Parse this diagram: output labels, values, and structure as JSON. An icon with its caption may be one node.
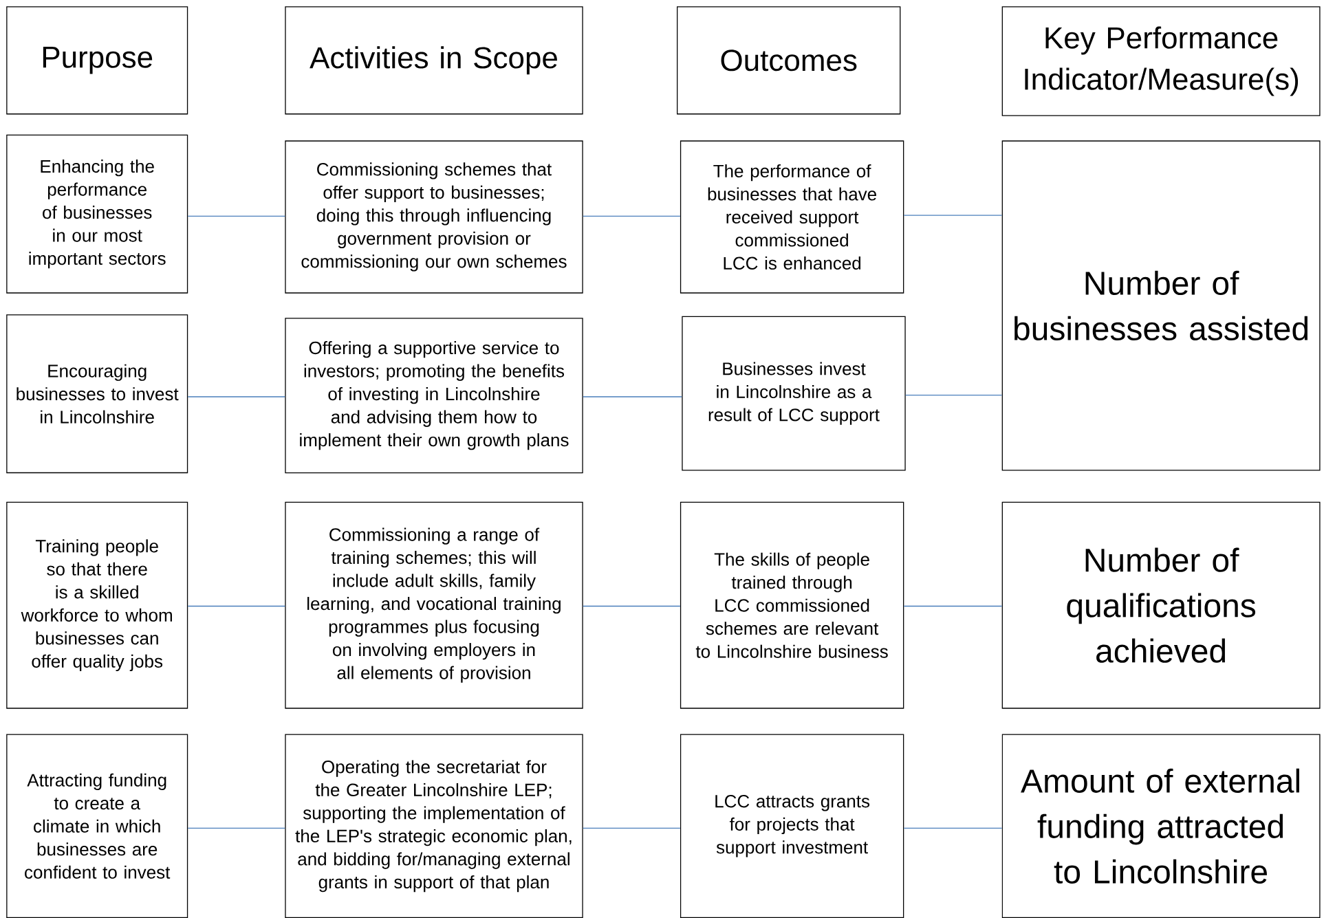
{
  "diagram": {
    "nodes": [
      {
        "text": [
          "Purpose"
        ]
      },
      {
        "text": [
          "Activities in Scope"
        ]
      },
      {
        "text": [
          "Outcomes"
        ]
      },
      {
        "text": [
          "Key Performance Indicator/Measure(s)"
        ]
      },
      {
        "text": [
          "Enhancing the performance of businesses in our most important sectors"
        ]
      },
      {
        "text": [
          "Commissioning schemes that offer support to businesses; doing this through influencing government provision or commissioning our own schemes"
        ]
      },
      {
        "text": [
          "The performance of businesses that have received support commissioned LCC is enhanced"
        ]
      },
      {
        "text": [
          "Number of businesses assisted"
        ]
      },
      {
        "text": [
          "Encouraging businesses to invest in Lincolnshire"
        ]
      },
      {
        "text": [
          "Offering a supportive service to investors; promoting the benefits of investing in Lincolnshire and advising them how to implement their own growth plans"
        ]
      },
      {
        "text": [
          "Businesses invest in Lincolnshire as a result of LCC support"
        ]
      },
      {
        "text": [
          "Training people so that there is a skilled workforce to whom businesses can offer quality jobs"
        ]
      },
      {
        "text": [
          "Commissioning a range of training schemes; this will include adult skills, family learning, and vocational training programmes plus focusing on involving employers in all elements of provision"
        ]
      },
      {
        "text": [
          "The skills of people trained through LCC commissioned schemes are relevant to Lincolnshire business"
        ]
      },
      {
        "text": [
          "Number of qualifications achieved"
        ]
      },
      {
        "text": [
          "Attracting funding to create a climate in which businesses are confident to invest"
        ]
      },
      {
        "text": [
          "Operating the secretariat for the Greater Lincolnshire LEP; supporting the implementation of the LEP's strategic economic plan, and bidding for/managing external grants in support of that plan"
        ]
      },
      {
        "text": [
          "LCC attracts grants for projects that support investment"
        ]
      },
      {
        "text": [
          "Amount of external funding attracted to Lincolnshire"
        ]
      }
    ],
    "edges": [
      {
        "from": 4,
        "to": 5,
        "arrow": "none"
      },
      {
        "from": 5,
        "to": 6,
        "arrow": "none"
      },
      {
        "from": 6,
        "to": 7,
        "arrow": "none"
      },
      {
        "from": 8,
        "to": 9,
        "arrow": "none"
      },
      {
        "from": 9,
        "to": 10,
        "arrow": "none"
      },
      {
        "from": 10,
        "to": 7,
        "arrow": "none"
      },
      {
        "from": 11,
        "to": 12,
        "arrow": "none"
      },
      {
        "from": 12,
        "to": 13,
        "arrow": "none"
      },
      {
        "from": 13,
        "to": 14,
        "arrow": "none"
      },
      {
        "from": 15,
        "to": 16,
        "arrow": "none"
      },
      {
        "from": 16,
        "to": 17,
        "arrow": "none"
      },
      {
        "from": 17,
        "to": 18,
        "arrow": "none"
      }
    ]
  }
}
